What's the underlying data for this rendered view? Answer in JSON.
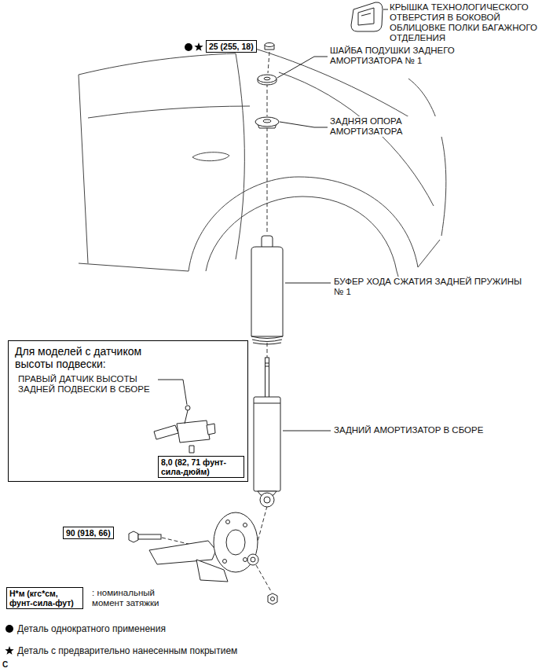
{
  "diagram": {
    "nodes": [
      {
        "text": [
          "25 (255, 18)"
        ]
      },
      {
        "text": [
          "Для моделей с датчиком высоты подвески:",
          "ПРАВЫЙ ДАТЧИК ВЫСОТЫ ЗАДНЕЙ ПОДВЕСКИ В СБОРЕ"
        ]
      },
      {
        "text": [
          "8,0 (82, 71 фунт-сила-дюйм)"
        ],
        "in": 1
      },
      {
        "text": [
          "90 (918, 66)"
        ]
      },
      {
        "text": [
          "Н*м (кгс*см, фунт-сила-фут)"
        ]
      }
    ],
    "labels": [
      "КРЫШКА ТЕХНОЛОГИЧЕСКОГО ОТВЕРСТИЯ В БОКОВОЙ ОБЛИЦОВКЕ ПОЛКИ БАГАЖНОГО ОТДЕЛЕНИЯ",
      "ШАЙБА ПОДУШКИ ЗАДНЕГО АМОРТИЗАТОРА № 1",
      "ЗАДНЯЯ ОПОРА АМОРТИЗАТОРА",
      "БУФЕР ХОДА СЖАТИЯ ЗАДНЕЙ ПРУЖИНЫ № 1",
      "ЗАДНИЙ АМОРТИЗАТОР В СБОРЕ",
      ": номинальный момент затяжки",
      "C"
    ],
    "legend": [
      {
        "text": "Деталь однократного применения"
      },
      {
        "text": "Деталь с предварительно нанесенным покрытием"
      }
    ]
  }
}
